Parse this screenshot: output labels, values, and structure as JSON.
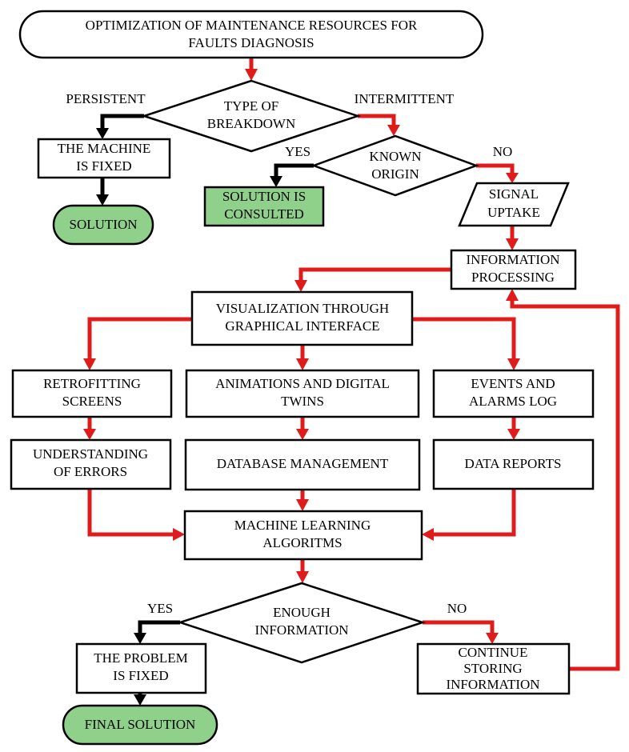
{
  "colors": {
    "arrow_primary": "#e01b1b",
    "arrow_secondary": "#000000",
    "terminal_fill": "#8fd18a",
    "box_fill": "#ffffff"
  },
  "start": {
    "line1": "OPTIMIZATION OF MAINTENANCE RESOURCES FOR",
    "line2": "FAULTS DIAGNOSIS"
  },
  "breakdown": {
    "decision": {
      "line1": "TYPE OF",
      "line2": "BREAKDOWN"
    },
    "left_label": "PERSISTENT",
    "right_label": "INTERMITTENT"
  },
  "machine_fixed": {
    "line1": "THE MACHINE",
    "line2": "IS FIXED"
  },
  "solution": "SOLUTION",
  "known_origin": {
    "decision": {
      "line1": "KNOWN",
      "line2": "ORIGIN"
    },
    "yes_label": "YES",
    "no_label": "NO"
  },
  "solution_consulted": {
    "line1": "SOLUTION IS",
    "line2": "CONSULTED"
  },
  "signal_uptake": {
    "line1": "SIGNAL",
    "line2": "UPTAKE"
  },
  "information_processing": {
    "line1": "INFORMATION",
    "line2": "PROCESSING"
  },
  "visualization": {
    "line1": "VISUALIZATION THROUGH",
    "line2": "GRAPHICAL INTERFACE"
  },
  "retrofitting": {
    "line1": "RETROFITTING",
    "line2": "SCREENS"
  },
  "animations": {
    "line1": "ANIMATIONS AND DIGITAL",
    "line2": "TWINS"
  },
  "events": {
    "line1": "EVENTS AND",
    "line2": "ALARMS LOG"
  },
  "understanding": {
    "line1": "UNDERSTANDING",
    "line2": "OF ERRORS"
  },
  "database": "DATABASE MANAGEMENT",
  "reports": "DATA REPORTS",
  "machine_learning": {
    "line1": "MACHINE LEARNING",
    "line2": "ALGORITMS"
  },
  "enough_info": {
    "decision": {
      "line1": "ENOUGH",
      "line2": "INFORMATION"
    },
    "yes_label": "YES",
    "no_label": "NO"
  },
  "problem_fixed": {
    "line1": "THE PROBLEM",
    "line2": "IS FIXED"
  },
  "continue_storing": {
    "line1": "CONTINUE",
    "line2": "STORING",
    "line3": "INFORMATION"
  },
  "final_solution": "FINAL SOLUTION"
}
